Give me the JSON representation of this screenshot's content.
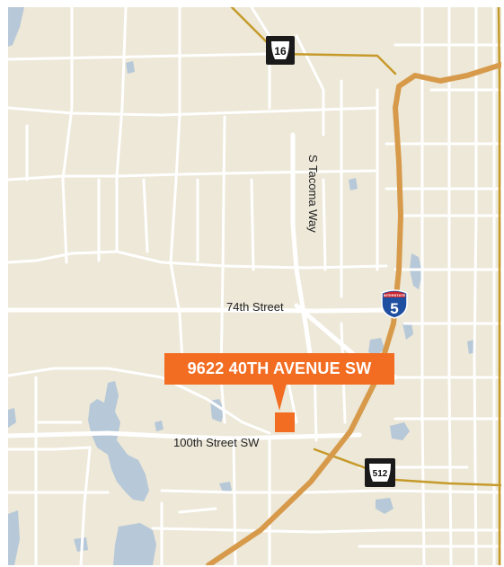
{
  "colors": {
    "land": "#ede8d8",
    "road": "#ffffff",
    "water": "#b7c8d8",
    "highway_line": "#d79a4b",
    "state_route": "#c69a2a",
    "accent": "#f26c21"
  },
  "callout": {
    "address": "9622 40TH AVENUE SW"
  },
  "labels": {
    "s_tacoma_way": "S Tacoma Way",
    "seventy_fourth": "74th Street",
    "hundredth": "100th Street SW"
  },
  "shields": {
    "sr16": {
      "number": "16",
      "icon": "state-route-shield-icon"
    },
    "i5": {
      "number": "5",
      "banner": "INTERSTATE",
      "icon": "interstate-shield-icon"
    },
    "sr512": {
      "number": "512",
      "icon": "state-route-shield-icon"
    }
  }
}
